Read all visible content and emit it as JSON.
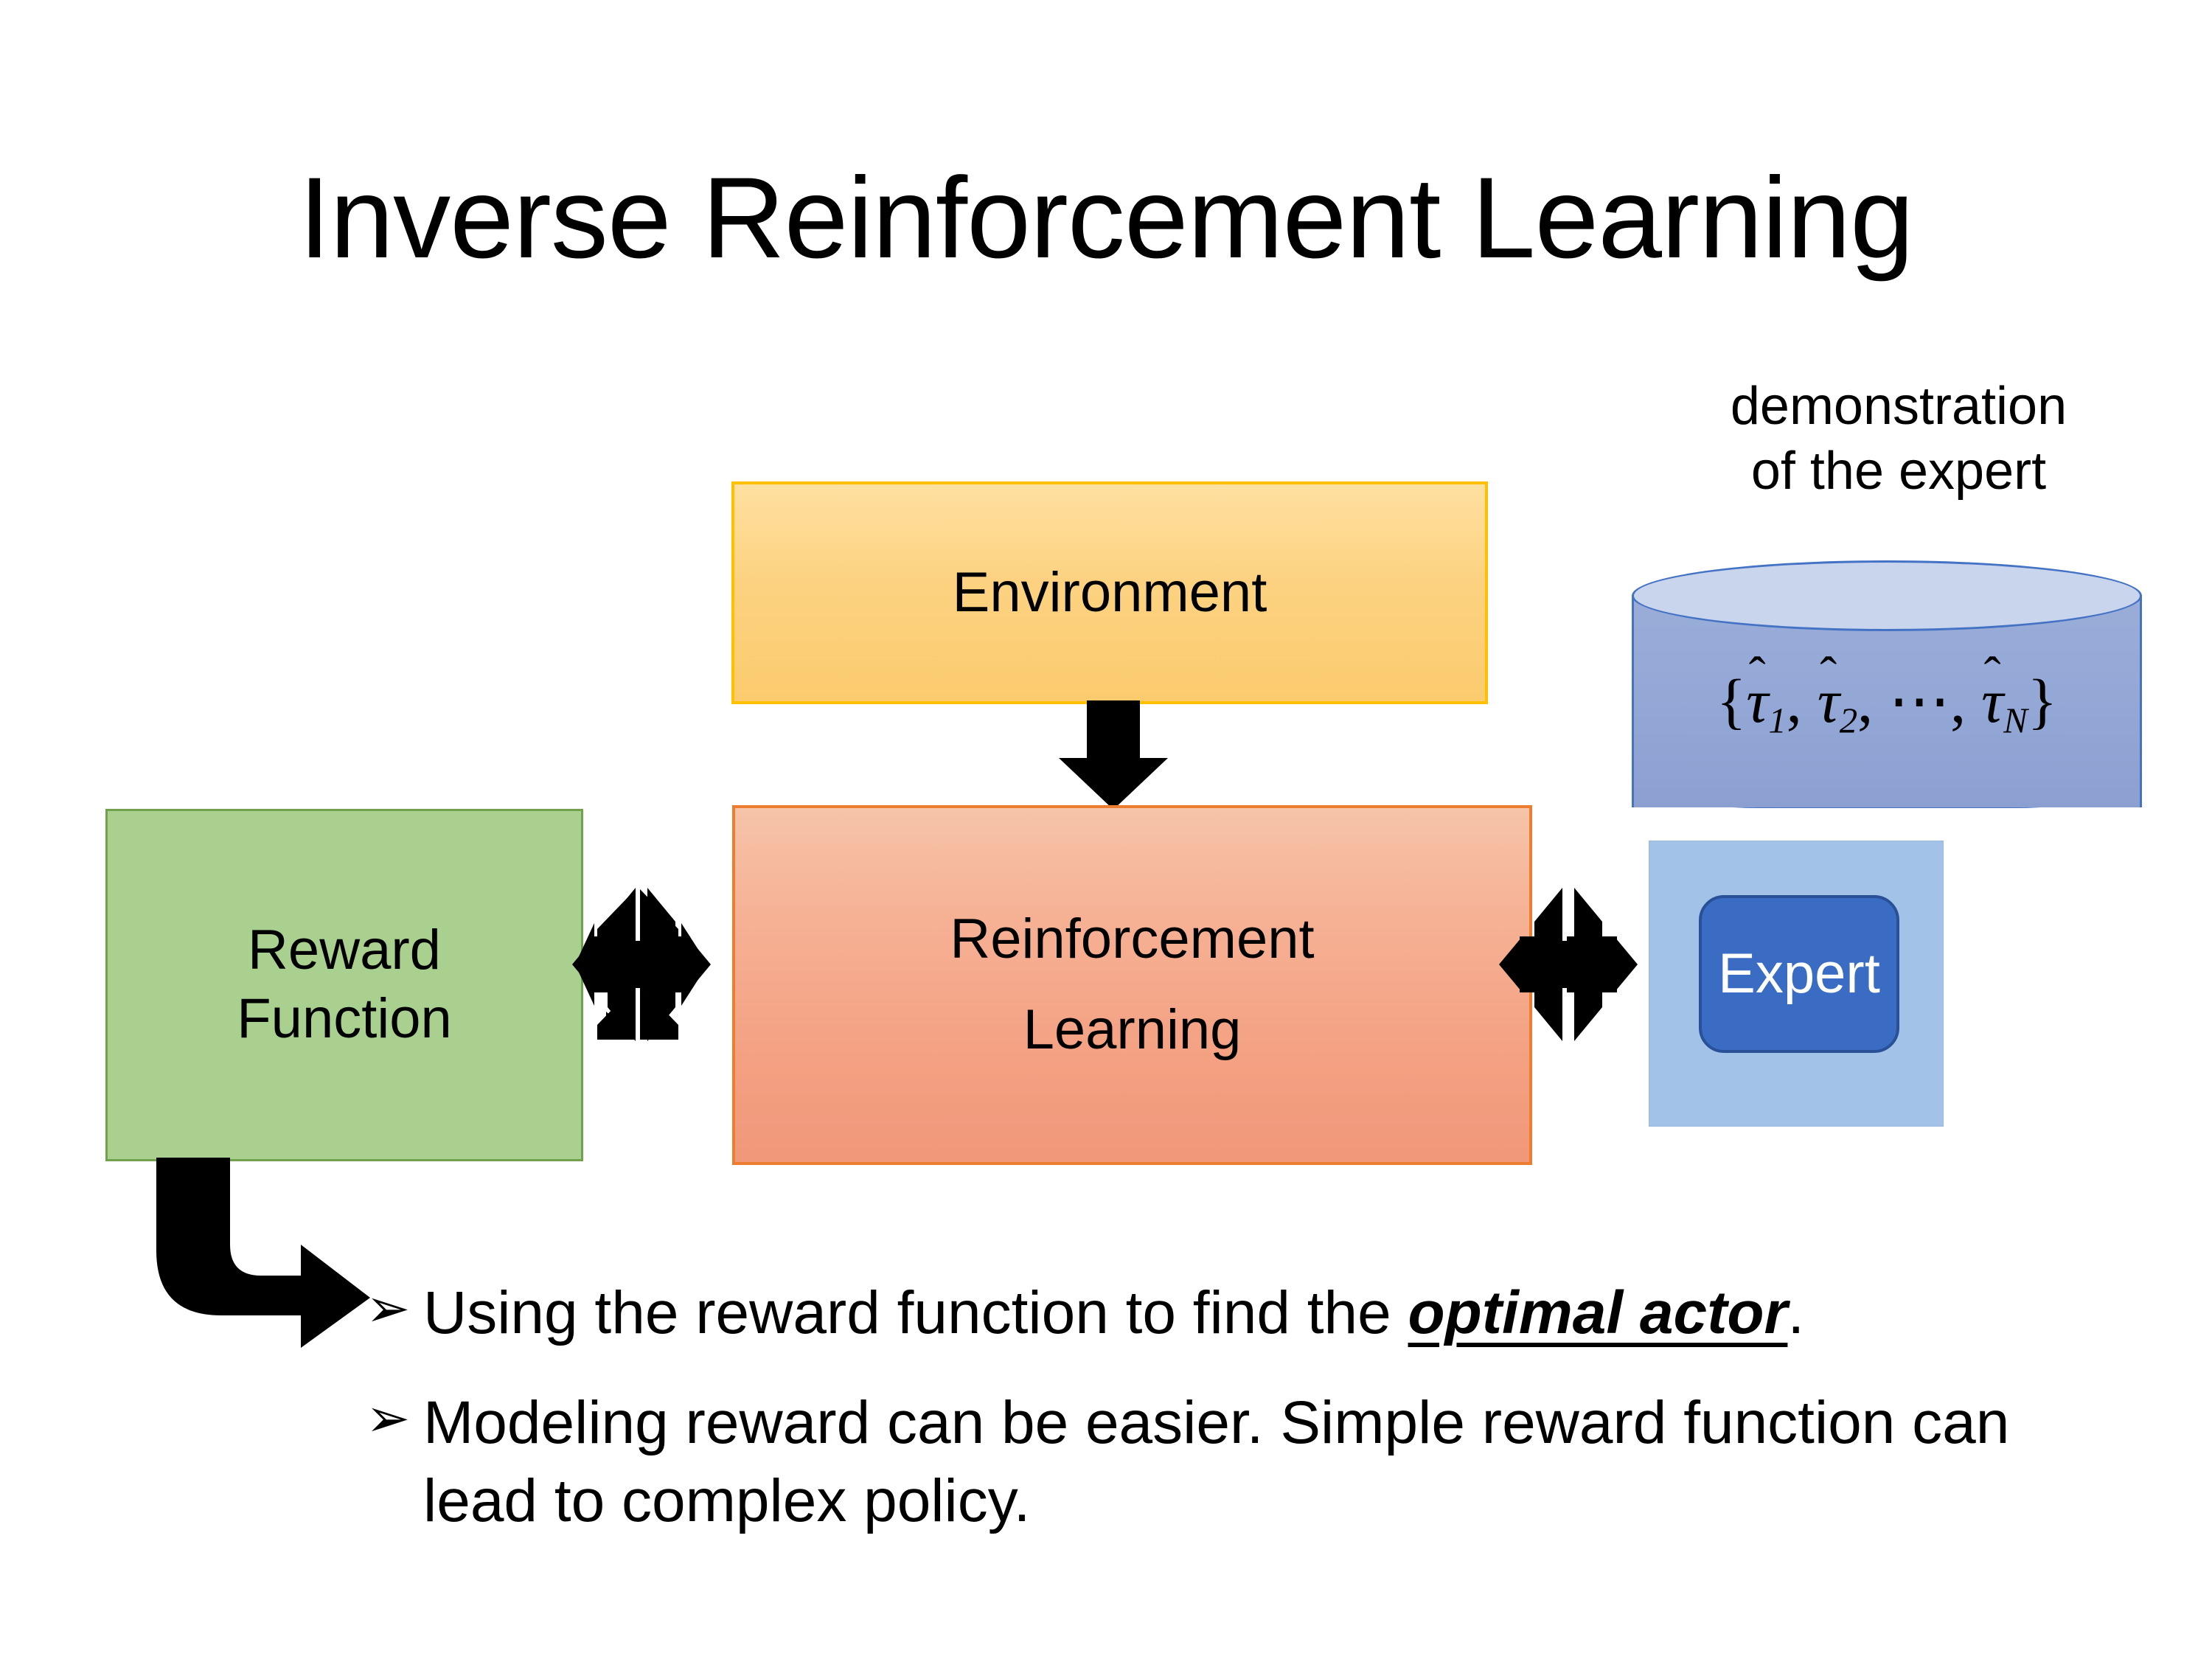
{
  "slide": {
    "title": "Inverse Reinforcement Learning",
    "background_color": "#FFFFFF"
  },
  "boxes": {
    "environment": {
      "label": "Environment",
      "fill_color": "#FBCB6E",
      "border_color": "#FFC000",
      "text_color": "#000000"
    },
    "reward_function": {
      "line1": "Reward",
      "line2": "Function",
      "fill_color": "#A9D08E",
      "border_color": "#70A24C",
      "text_color": "#000000"
    },
    "reinforcement_learning": {
      "line1": "Reinforcement",
      "line2": "Learning",
      "fill_color": "#F4A182",
      "border_color": "#ED7D31",
      "text_color": "#000000"
    },
    "expert": {
      "label": "Expert",
      "fill_color": "#3A6CC4",
      "border_color": "#2A5198",
      "text_color": "#FFFFFF"
    },
    "expert_panel": {
      "fill_color": "#A3C2E8"
    }
  },
  "demonstration": {
    "caption_line1": "demonstration",
    "caption_line2": "of the expert",
    "cylinder": {
      "open_brace": "{",
      "close_brace": "}",
      "tau": "τ",
      "hat": "̂",
      "sub1": "1",
      "sub2": "2",
      "subN": "N",
      "separator": ", ",
      "ellipsis": "⋯",
      "body_color": "#93A7D6",
      "top_color": "#C9D5EC",
      "border_color": "#4472C4"
    }
  },
  "arrows": {
    "environment_to_rl": "down-arrow",
    "reward_to_rl": "four-way-arrow",
    "rl_to_expert": "four-way-arrow",
    "reward_to_bullets": "elbow-arrow-down-right",
    "color": "#000000"
  },
  "bullets": [
    {
      "marker": "➢",
      "prefix": "Using the reward function to find the ",
      "emphasis": "optimal actor",
      "suffix": "."
    },
    {
      "marker": "➢",
      "prefix": "Modeling reward can be easier. Simple reward function can lead to complex policy.",
      "emphasis": "",
      "suffix": ""
    }
  ]
}
